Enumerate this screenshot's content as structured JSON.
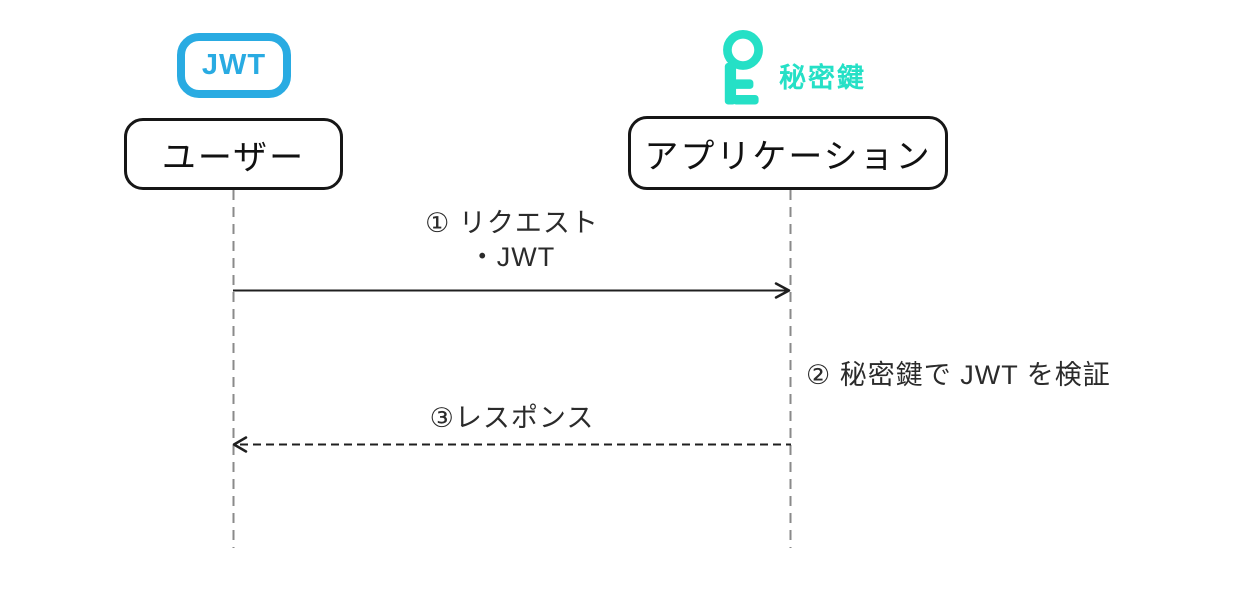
{
  "diagram": {
    "jwt_badge_label": "JWT",
    "secret_key_label": "秘密鍵",
    "actors": [
      {
        "id": "user",
        "label": "ユーザー"
      },
      {
        "id": "application",
        "label": "アプリケーション"
      }
    ],
    "messages": [
      {
        "step": "① リクエスト",
        "detail": "・JWT",
        "from": "user",
        "to": "application",
        "line_style": "solid"
      },
      {
        "step": "② 秘密鍵で JWT を検証",
        "from": "application",
        "to": "application",
        "line_style": "note"
      },
      {
        "step": "③レスポンス",
        "from": "application",
        "to": "user",
        "line_style": "dashed"
      }
    ],
    "colors": {
      "jwt_blue": "#29ABE2",
      "key_teal": "#25E0C6",
      "line_ink": "#1f1f1f",
      "lifeline_gray": "#8a8a8a"
    }
  }
}
